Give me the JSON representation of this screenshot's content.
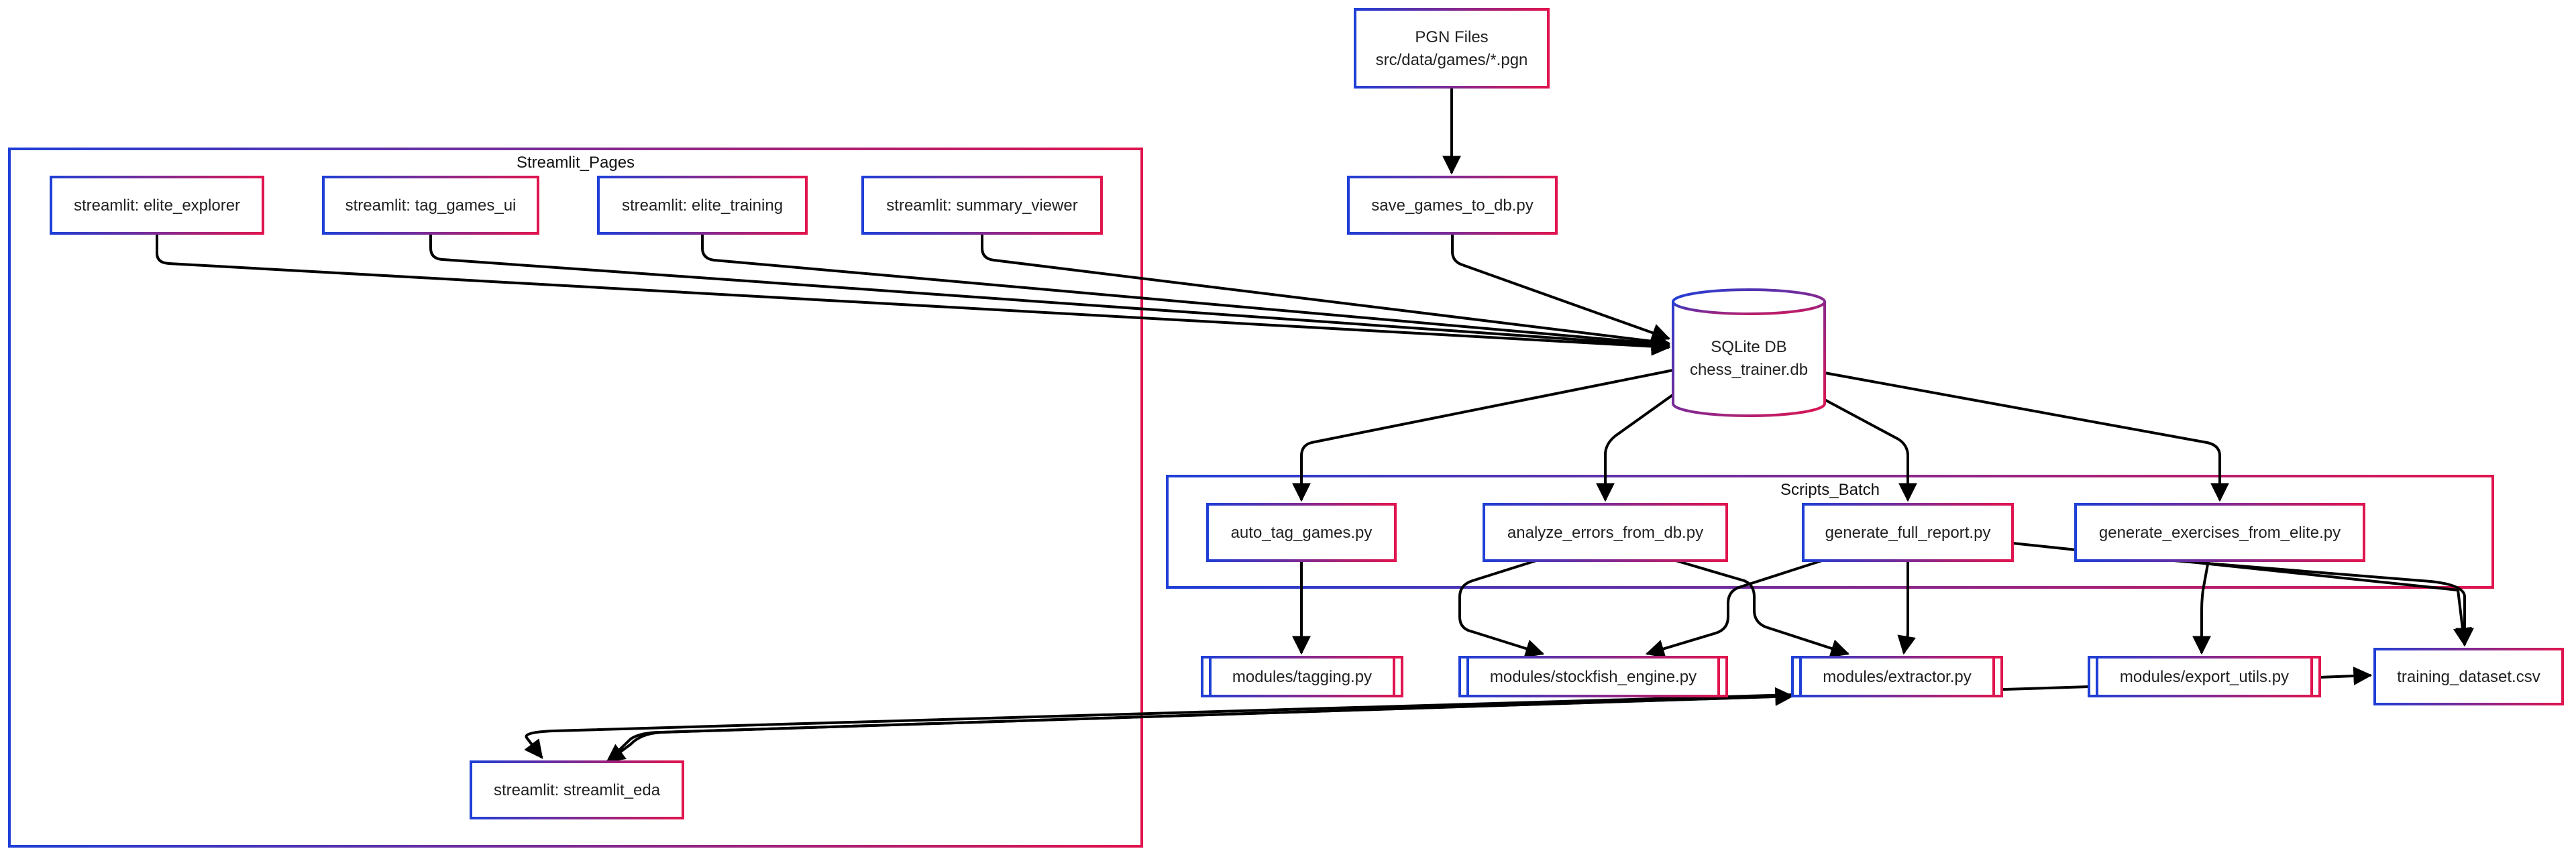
{
  "diagram": {
    "colors": {
      "gradient_start": "#1f3fd6",
      "gradient_end": "#e0154f",
      "edge": "#000000",
      "background": "#ffffff"
    },
    "groups": [
      {
        "id": "streamlit_pages",
        "title": "Streamlit_Pages"
      },
      {
        "id": "scripts_batch",
        "title": "Scripts_Batch"
      }
    ],
    "nodes": [
      {
        "id": "pgn_files",
        "shape": "rect",
        "lines": [
          "PGN Files",
          "src/data/games/*.pgn"
        ]
      },
      {
        "id": "save_games",
        "shape": "rect",
        "lines": [
          "save_games_to_db.py"
        ]
      },
      {
        "id": "sqlite_db",
        "shape": "cylinder",
        "lines": [
          "SQLite DB",
          "chess_trainer.db"
        ]
      },
      {
        "id": "elite_explorer",
        "shape": "rect",
        "lines": [
          "streamlit: elite_explorer"
        ]
      },
      {
        "id": "tag_games_ui",
        "shape": "rect",
        "lines": [
          "streamlit: tag_games_ui"
        ]
      },
      {
        "id": "elite_training",
        "shape": "rect",
        "lines": [
          "streamlit: elite_training"
        ]
      },
      {
        "id": "summary_viewer",
        "shape": "rect",
        "lines": [
          "streamlit: summary_viewer"
        ]
      },
      {
        "id": "streamlit_eda",
        "shape": "rect",
        "lines": [
          "streamlit: streamlit_eda"
        ]
      },
      {
        "id": "auto_tag_games",
        "shape": "rect",
        "lines": [
          "auto_tag_games.py"
        ]
      },
      {
        "id": "analyze_errors",
        "shape": "rect",
        "lines": [
          "analyze_errors_from_db.py"
        ]
      },
      {
        "id": "generate_full_report",
        "shape": "rect",
        "lines": [
          "generate_full_report.py"
        ]
      },
      {
        "id": "generate_exercises",
        "shape": "rect",
        "lines": [
          "generate_exercises_from_elite.py"
        ]
      },
      {
        "id": "tagging",
        "shape": "subroutine",
        "lines": [
          "modules/tagging.py"
        ]
      },
      {
        "id": "stockfish_engine",
        "shape": "subroutine",
        "lines": [
          "modules/stockfish_engine.py"
        ]
      },
      {
        "id": "extractor",
        "shape": "subroutine",
        "lines": [
          "modules/extractor.py"
        ]
      },
      {
        "id": "export_utils",
        "shape": "subroutine",
        "lines": [
          "modules/export_utils.py"
        ]
      },
      {
        "id": "training_dataset",
        "shape": "rect",
        "lines": [
          "training_dataset.csv"
        ]
      }
    ],
    "edges": [
      {
        "from": "pgn_files",
        "to": "save_games"
      },
      {
        "from": "save_games",
        "to": "sqlite_db"
      },
      {
        "from": "elite_explorer",
        "to": "sqlite_db"
      },
      {
        "from": "tag_games_ui",
        "to": "sqlite_db"
      },
      {
        "from": "elite_training",
        "to": "sqlite_db"
      },
      {
        "from": "summary_viewer",
        "to": "sqlite_db"
      },
      {
        "from": "sqlite_db",
        "to": "auto_tag_games"
      },
      {
        "from": "sqlite_db",
        "to": "analyze_errors"
      },
      {
        "from": "sqlite_db",
        "to": "generate_full_report"
      },
      {
        "from": "sqlite_db",
        "to": "generate_exercises"
      },
      {
        "from": "auto_tag_games",
        "to": "tagging"
      },
      {
        "from": "analyze_errors",
        "to": "stockfish_engine"
      },
      {
        "from": "analyze_errors",
        "to": "extractor"
      },
      {
        "from": "generate_full_report",
        "to": "stockfish_engine"
      },
      {
        "from": "generate_full_report",
        "to": "extractor"
      },
      {
        "from": "generate_full_report",
        "to": "training_dataset"
      },
      {
        "from": "generate_exercises",
        "to": "export_utils"
      },
      {
        "from": "generate_exercises",
        "to": "training_dataset"
      },
      {
        "from": "export_utils",
        "to": "training_dataset"
      },
      {
        "from": "extractor",
        "to": "streamlit_eda"
      },
      {
        "from": "export_utils",
        "to": "streamlit_eda"
      },
      {
        "from": "streamlit_eda",
        "to": "sqlite_db"
      }
    ]
  }
}
